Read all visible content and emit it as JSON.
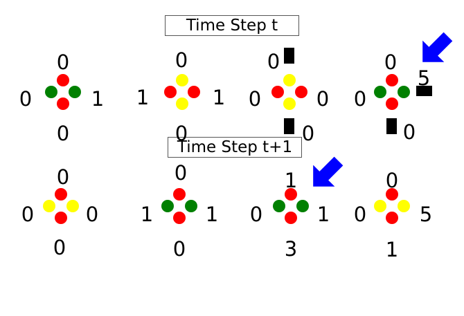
{
  "titles": {
    "t": "Time Step t",
    "t1": "Time Step t+1"
  },
  "colors": {
    "red": "#ff0000",
    "green": "#008000",
    "yellow": "#ffff00",
    "block": "#000000",
    "arrow": "#0000ff"
  },
  "intersections": [
    {
      "id": "t-1",
      "top": "0",
      "left": "0",
      "right": "1",
      "bottom": "0",
      "lights": {
        "top": "red",
        "left": "green",
        "right": "green",
        "bottom": "red"
      }
    },
    {
      "id": "t-2",
      "top": "0",
      "left": "1",
      "right": "1",
      "bottom": "0",
      "lights": {
        "top": "yellow",
        "left": "red",
        "right": "red",
        "bottom": "yellow"
      }
    },
    {
      "id": "t-3",
      "top": "0",
      "left": "0",
      "right": "0",
      "bottom": "0",
      "lights": {
        "top": "yellow",
        "left": "red",
        "right": "red",
        "bottom": "yellow"
      }
    },
    {
      "id": "t-4",
      "top": "0",
      "left": "0",
      "right": "5",
      "bottom": "0",
      "lights": {
        "top": "red",
        "left": "green",
        "right": "green",
        "bottom": "red"
      }
    },
    {
      "id": "t1-1",
      "top": "0",
      "left": "0",
      "right": "0",
      "bottom": "0",
      "lights": {
        "top": "red",
        "left": "yellow",
        "right": "yellow",
        "bottom": "red"
      }
    },
    {
      "id": "t1-2",
      "top": "0",
      "left": "1",
      "right": "1",
      "bottom": "0",
      "lights": {
        "top": "red",
        "left": "green",
        "right": "green",
        "bottom": "red"
      }
    },
    {
      "id": "t1-3",
      "top": "1",
      "left": "0",
      "right": "1",
      "bottom": "3",
      "lights": {
        "top": "red",
        "left": "green",
        "right": "green",
        "bottom": "red"
      }
    },
    {
      "id": "t1-4",
      "top": "0",
      "left": "0",
      "right": "5",
      "bottom": "1",
      "lights": {
        "top": "red",
        "left": "yellow",
        "right": "yellow",
        "bottom": "red"
      }
    }
  ]
}
